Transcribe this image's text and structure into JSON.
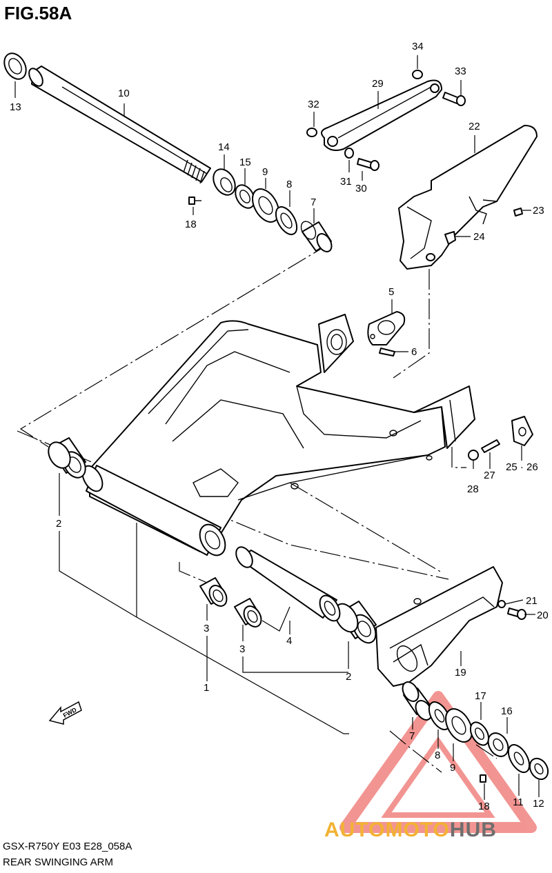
{
  "figure": {
    "title": "FIG.58A",
    "model_code": "GSX-R750Y E03 E28_058A",
    "caption": "REAR SWINGING ARM",
    "direction_marker": "FWD",
    "watermark": {
      "prefix": "AUTOMOTO",
      "suffix": "HUB"
    }
  },
  "callouts": [
    {
      "id": "c13",
      "text": "13"
    },
    {
      "id": "c10",
      "text": "10"
    },
    {
      "id": "c14",
      "text": "14"
    },
    {
      "id": "c15",
      "text": "15"
    },
    {
      "id": "c9a",
      "text": "9"
    },
    {
      "id": "c8a",
      "text": "8"
    },
    {
      "id": "c7a",
      "text": "7"
    },
    {
      "id": "c18a",
      "text": "18"
    },
    {
      "id": "c34",
      "text": "34"
    },
    {
      "id": "c33",
      "text": "33"
    },
    {
      "id": "c29",
      "text": "29"
    },
    {
      "id": "c32",
      "text": "32"
    },
    {
      "id": "c31",
      "text": "31"
    },
    {
      "id": "c30",
      "text": "30"
    },
    {
      "id": "c22",
      "text": "22"
    },
    {
      "id": "c23",
      "text": "23"
    },
    {
      "id": "c24",
      "text": "24"
    },
    {
      "id": "c5",
      "text": "5"
    },
    {
      "id": "c6",
      "text": "6"
    },
    {
      "id": "c2a",
      "text": "2"
    },
    {
      "id": "c2b",
      "text": "2"
    },
    {
      "id": "c3a",
      "text": "3"
    },
    {
      "id": "c3b",
      "text": "3"
    },
    {
      "id": "c4",
      "text": "4"
    },
    {
      "id": "c1",
      "text": "1"
    },
    {
      "id": "c28",
      "text": "28"
    },
    {
      "id": "c27",
      "text": "27"
    },
    {
      "id": "c2526",
      "text": "25 · 26"
    },
    {
      "id": "c21",
      "text": "21"
    },
    {
      "id": "c20",
      "text": "20"
    },
    {
      "id": "c19",
      "text": "19"
    },
    {
      "id": "c17",
      "text": "17"
    },
    {
      "id": "c16",
      "text": "16"
    },
    {
      "id": "c7b",
      "text": "7"
    },
    {
      "id": "c8b",
      "text": "8"
    },
    {
      "id": "c9b",
      "text": "9"
    },
    {
      "id": "c18b",
      "text": "18"
    },
    {
      "id": "c11",
      "text": "11"
    },
    {
      "id": "c12",
      "text": "12"
    }
  ],
  "colors": {
    "line": "#000000",
    "watermark_red": "#e8403a",
    "watermark_gold": "#f2b233",
    "watermark_gray": "#6e6e6e"
  }
}
